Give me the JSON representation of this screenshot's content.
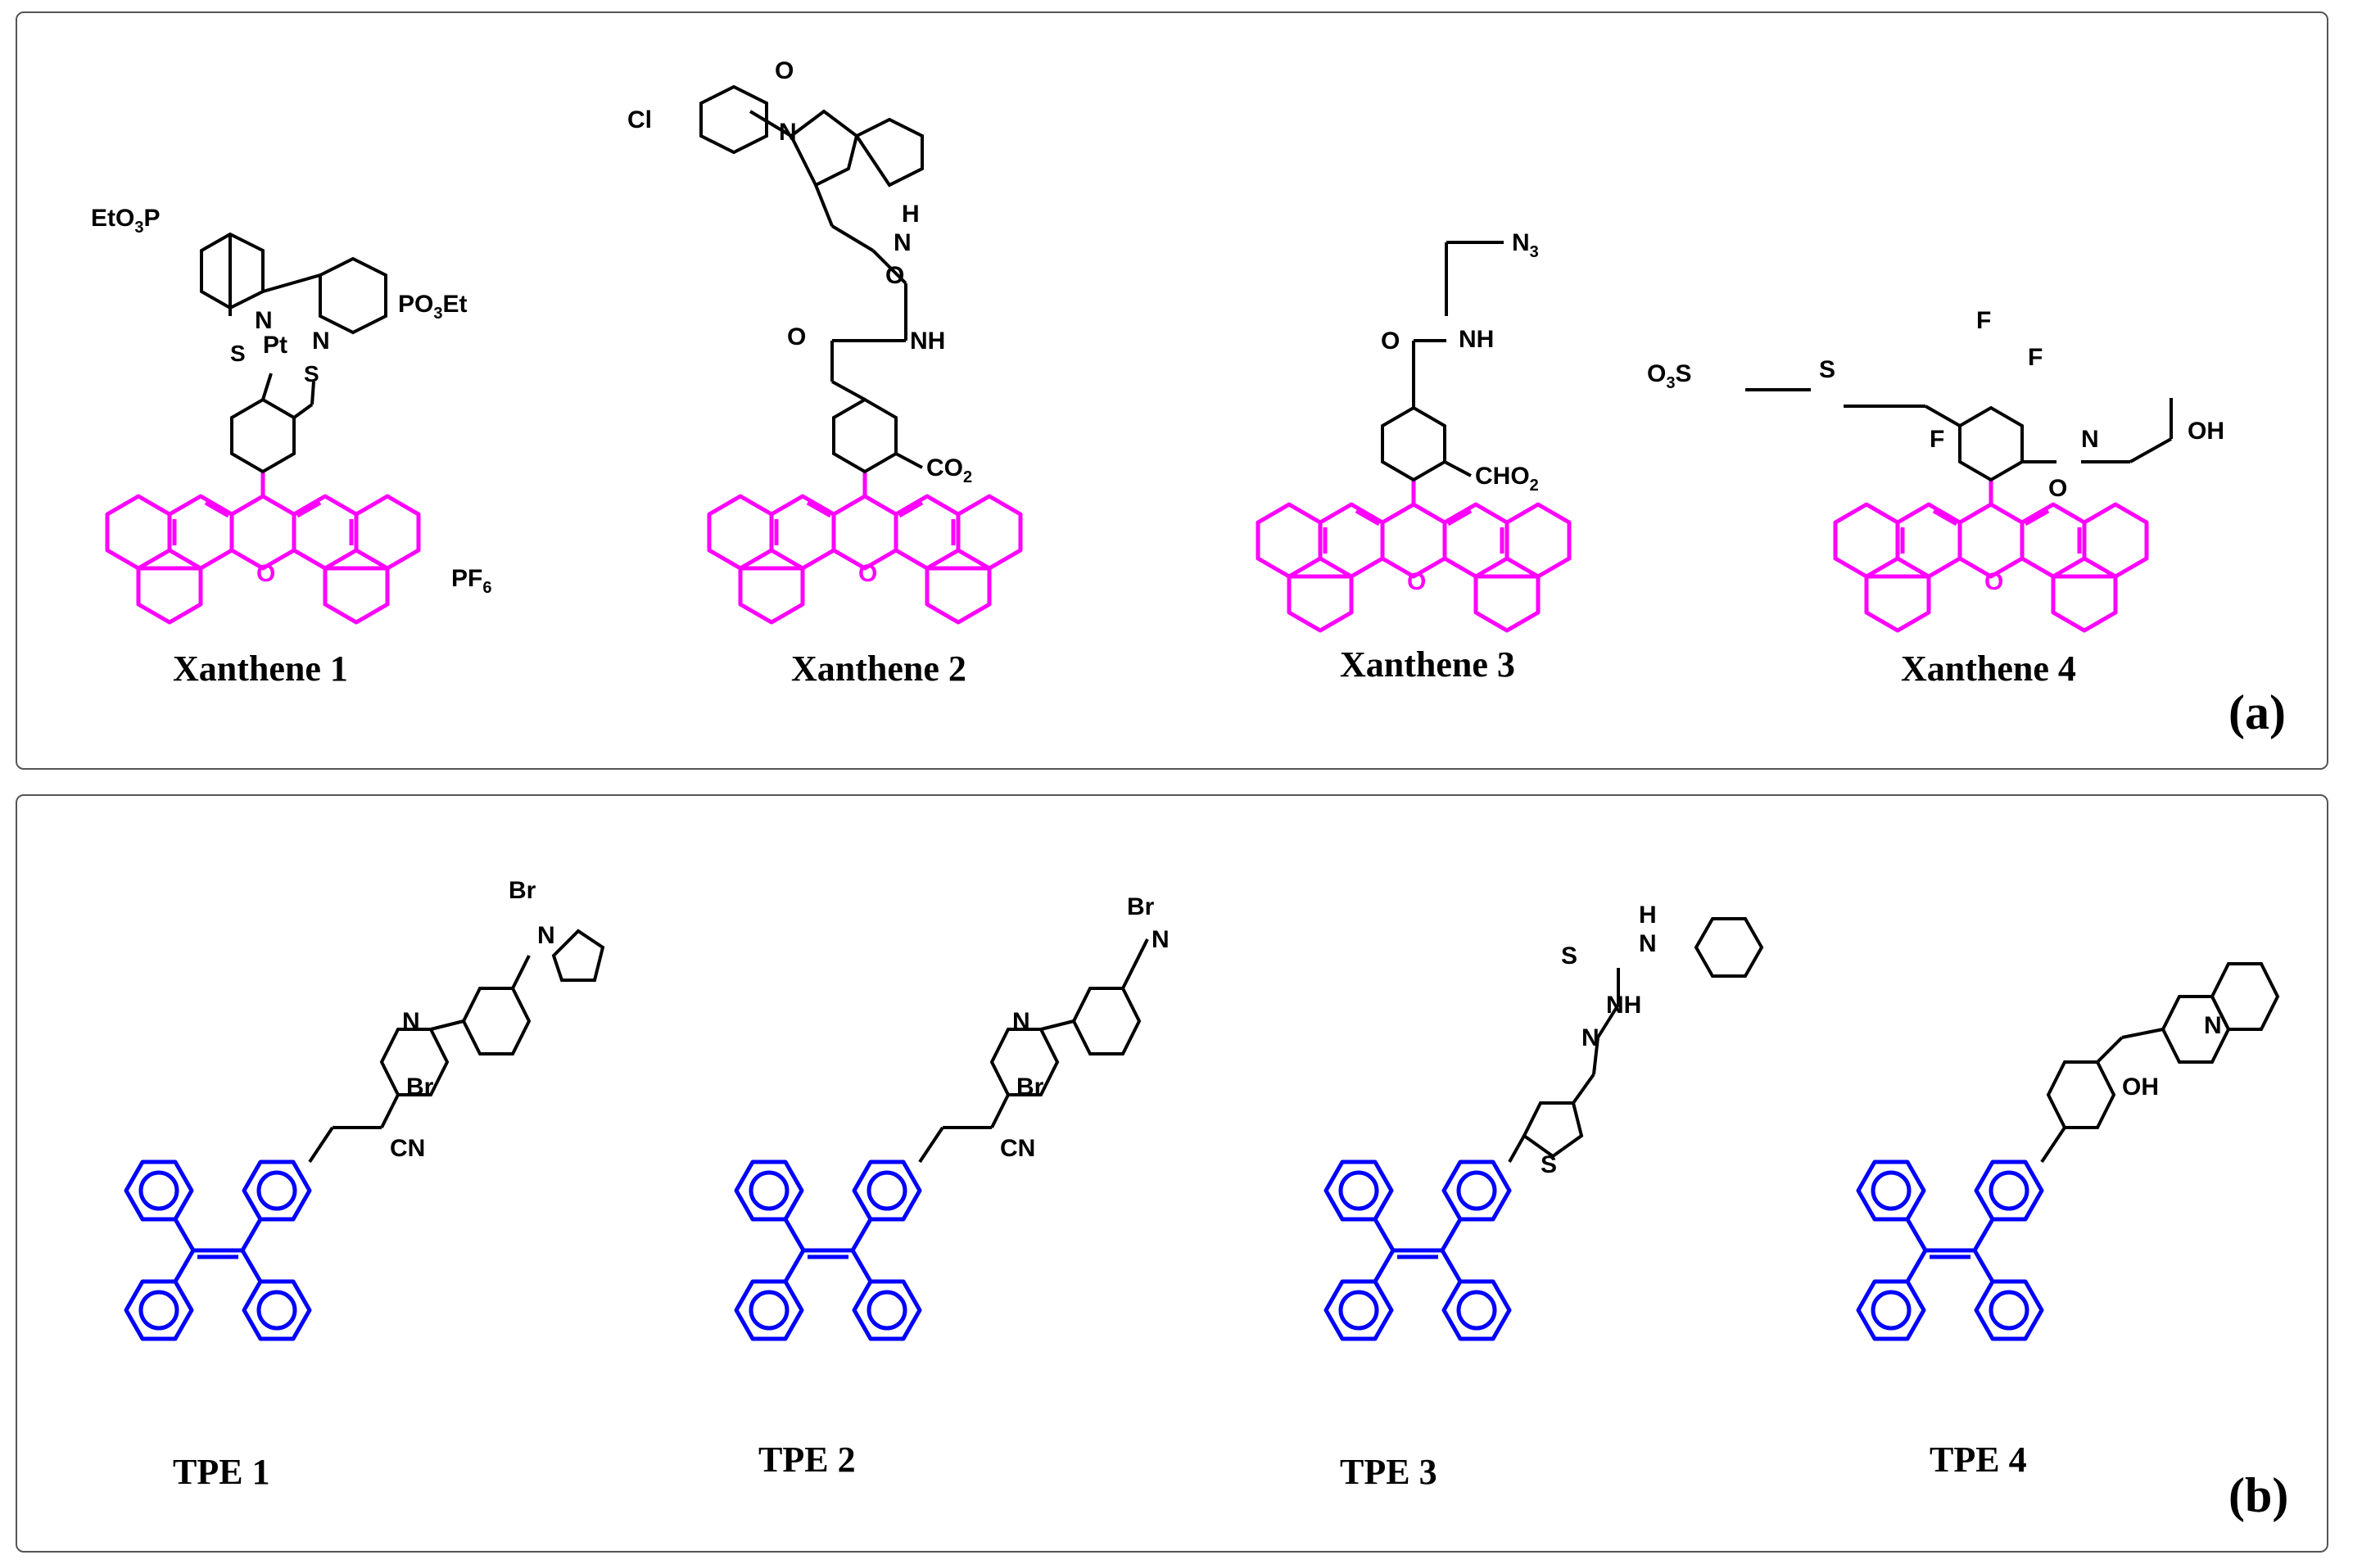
{
  "panels": {
    "a": {
      "label": "(a)",
      "compounds": [
        {
          "name": "Xanthene 1"
        },
        {
          "name": "Xanthene 2"
        },
        {
          "name": "Xanthene 3"
        },
        {
          "name": "Xanthene 4"
        }
      ]
    },
    "b": {
      "label": "(b)",
      "compounds": [
        {
          "name": "TPE 1"
        },
        {
          "name": "TPE 2"
        },
        {
          "name": "TPE 3"
        },
        {
          "name": "TPE 4"
        }
      ]
    }
  },
  "atom_labels": {
    "x1": {
      "eto3p_a": "EtO",
      "eto3p_b": "3",
      "eto3p_c": "P",
      "po3et_a": "PO",
      "po3et_b": "3",
      "po3et_c": "Et",
      "n": "N",
      "pt": "Pt",
      "s": "S",
      "pf6_a": "PF",
      "pf6_b": "6",
      "o": "O"
    },
    "x2": {
      "cl": "Cl",
      "n": "N",
      "o": "O",
      "h": "H",
      "nh": "NH",
      "co2_a": "CO",
      "co2_b": "2"
    },
    "x3": {
      "n3_a": "N",
      "n3_b": "3",
      "nh": "NH",
      "o": "O",
      "cho2_a": "CHO",
      "cho2_b": "2"
    },
    "x4": {
      "o3s_a": "O",
      "o3s_b": "3",
      "o3s_c": "S",
      "s": "S",
      "f": "F",
      "n": "N",
      "o": "O",
      "oh": "OH"
    },
    "t1": {
      "br": "Br",
      "n": "N",
      "cn": "CN"
    },
    "t3": {
      "s": "S",
      "h": "H",
      "n": "N",
      "nh": "NH"
    },
    "t4": {
      "n": "N",
      "oh": "OH"
    }
  },
  "colors": {
    "xanthene_core": "#ff00ff",
    "tpe_core": "#0000ff",
    "substituent": "#000000",
    "border": "#555555"
  }
}
